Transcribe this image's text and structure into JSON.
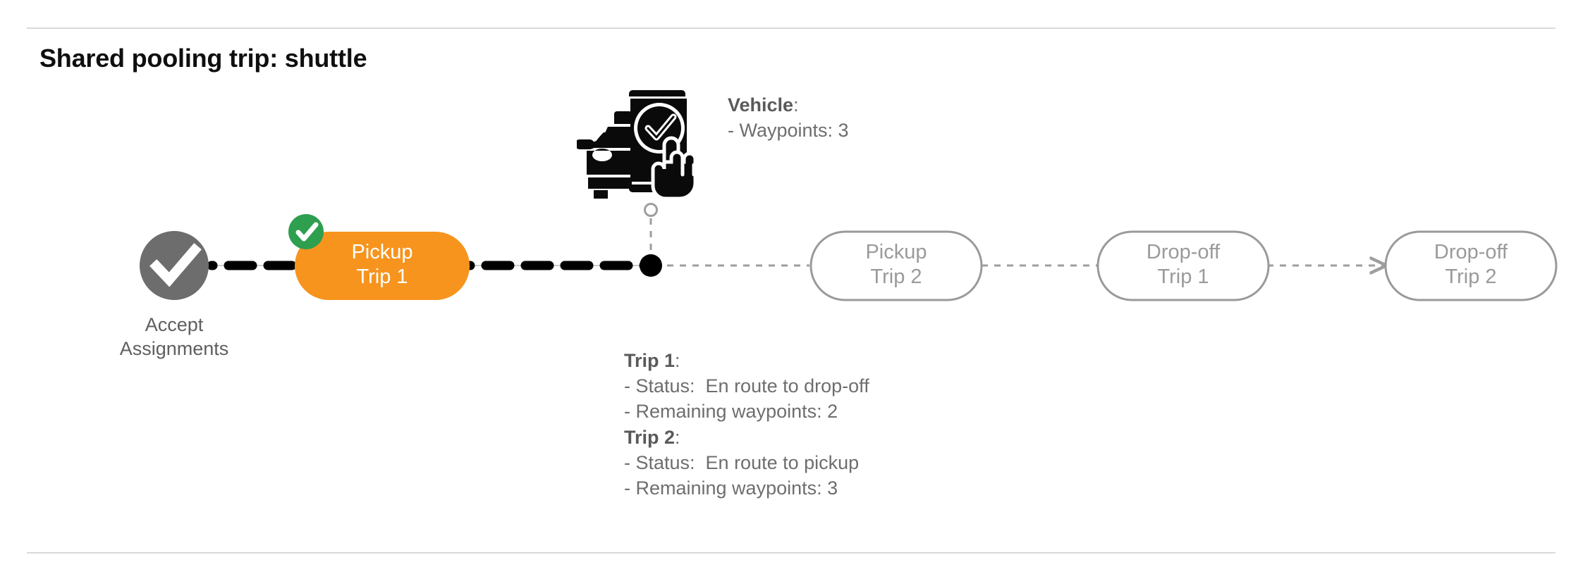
{
  "page": {
    "title": "Shared pooling trip: shuttle",
    "background": "#ffffff",
    "divider_color": "#d9d9d9"
  },
  "colors": {
    "active_node": "#f7941e",
    "active_node_text": "#ffffff",
    "completed_badge": "#2e9e4f",
    "completed_node": "#6d6d6d",
    "pending_node_border": "#9a9a9a",
    "pending_node_text": "#9a9a9a",
    "traversed_path": "#000000",
    "future_path": "#9e9e9e",
    "title_text": "#0f0f0f",
    "annotation_text": "#6e6e6e",
    "annotation_header_text": "#5a5a5a"
  },
  "flow": {
    "start_node": {
      "name": "accept-assignments",
      "label": "Accept\nAssignments",
      "icon": "check-circle-icon",
      "state": "completed"
    },
    "nodes": [
      {
        "name": "pickup-trip-1",
        "line1": "Pickup",
        "line2": "Trip 1",
        "state": "active",
        "badge": "check-badge-icon"
      },
      {
        "name": "pickup-trip-2",
        "line1": "Pickup",
        "line2": "Trip 2",
        "state": "pending",
        "badge": null
      },
      {
        "name": "dropoff-trip-1",
        "line1": "Drop-off",
        "line2": "Trip 1",
        "state": "pending",
        "badge": null
      },
      {
        "name": "dropoff-trip-2",
        "line1": "Drop-off",
        "line2": "Trip 2",
        "state": "pending",
        "badge": null
      }
    ],
    "current_position_marker": {
      "name": "vehicle-position-dot",
      "shape": "filled-dot"
    }
  },
  "vehicle_annotation": {
    "icon": "car-phone-check-icon",
    "header": "Vehicle",
    "header_suffix": ":",
    "lines": [
      "- Waypoints: 3"
    ]
  },
  "trip_annotations": [
    {
      "header": "Trip 1",
      "header_suffix": ":",
      "lines": [
        "- Status:  En route to drop-off",
        "- Remaining waypoints: 2"
      ]
    },
    {
      "header": "Trip 2",
      "header_suffix": ":",
      "lines": [
        "- Status:  En route to pickup",
        "- Remaining waypoints: 3"
      ]
    }
  ]
}
